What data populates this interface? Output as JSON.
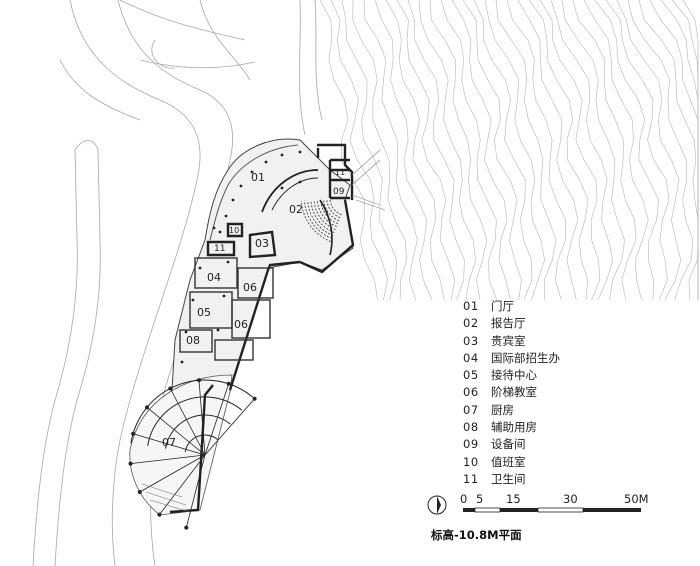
{
  "legend": [
    {
      "num": "01",
      "name": "门厅"
    },
    {
      "num": "02",
      "name": "报告厅"
    },
    {
      "num": "03",
      "name": "贵宾室"
    },
    {
      "num": "04",
      "name": "国际部招生办"
    },
    {
      "num": "05",
      "name": "接待中心"
    },
    {
      "num": "06",
      "name": "阶梯教室"
    },
    {
      "num": "07",
      "name": "厨房"
    },
    {
      "num": "08",
      "name": "辅助用房"
    },
    {
      "num": "09",
      "name": "设备间"
    },
    {
      "num": "10",
      "name": "值班室"
    },
    {
      "num": "11",
      "name": "卫生间"
    }
  ],
  "rooms": [
    "01",
    "02",
    "03",
    "04",
    "05",
    "06",
    "07",
    "08",
    "09",
    "10",
    "11"
  ],
  "scale": {
    "ticks": [
      "0",
      "5",
      "15",
      "30",
      "50M"
    ]
  },
  "caption": "标高-10.8M平面",
  "colors": {
    "line": "#222222",
    "thin": "#9a9a9a",
    "fill": "#ededed"
  },
  "icons": {
    "north": "north-arrow-icon"
  }
}
